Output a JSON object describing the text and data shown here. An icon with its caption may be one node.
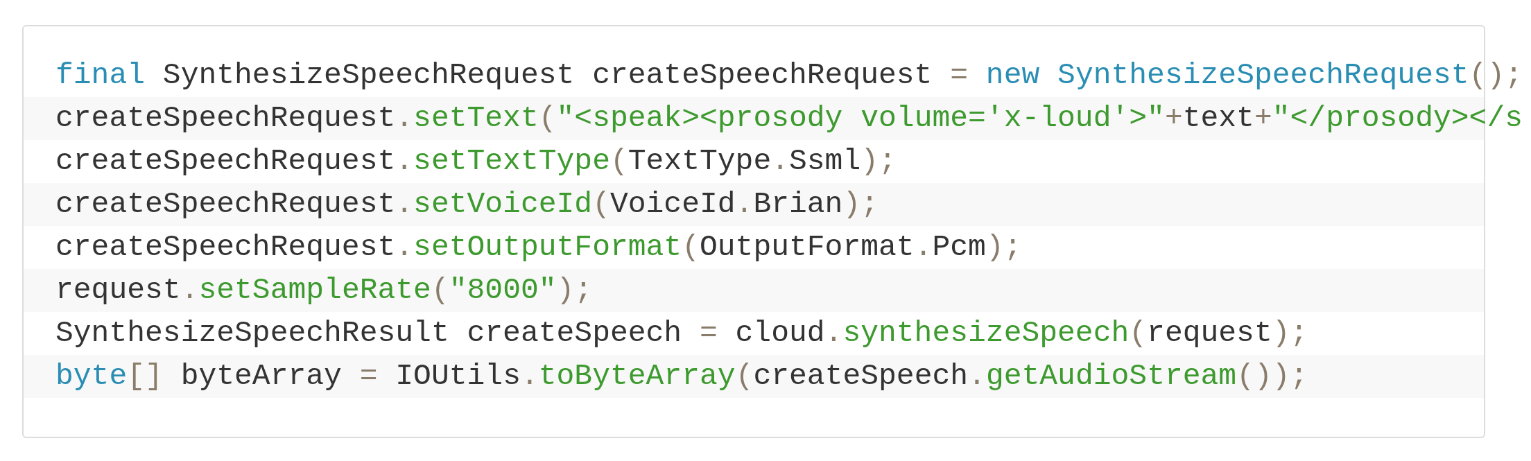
{
  "diagram": {
    "labels": [
      "final SynthesizeSpeechRequest createSpeechRequest = new SynthesizeSpeechRequest();",
      "createSpeechRequest.setText(\"<speak><prosody volume='x-loud'>\"+text+\"</prosody></s",
      "createSpeechRequest.setTextType(TextType.Ssml);",
      "createSpeechRequest.setVoiceId(VoiceId.Brian);",
      "createSpeechRequest.setOutputFormat(OutputFormat.Pcm);",
      "request.setSampleRate(\"8000\");",
      "SynthesizeSpeechResult createSpeech = cloud.synthesizeSpeech(request);",
      "byte[] byteArray = IOUtils.toByteArray(createSpeech.getAudioStream());"
    ]
  }
}
